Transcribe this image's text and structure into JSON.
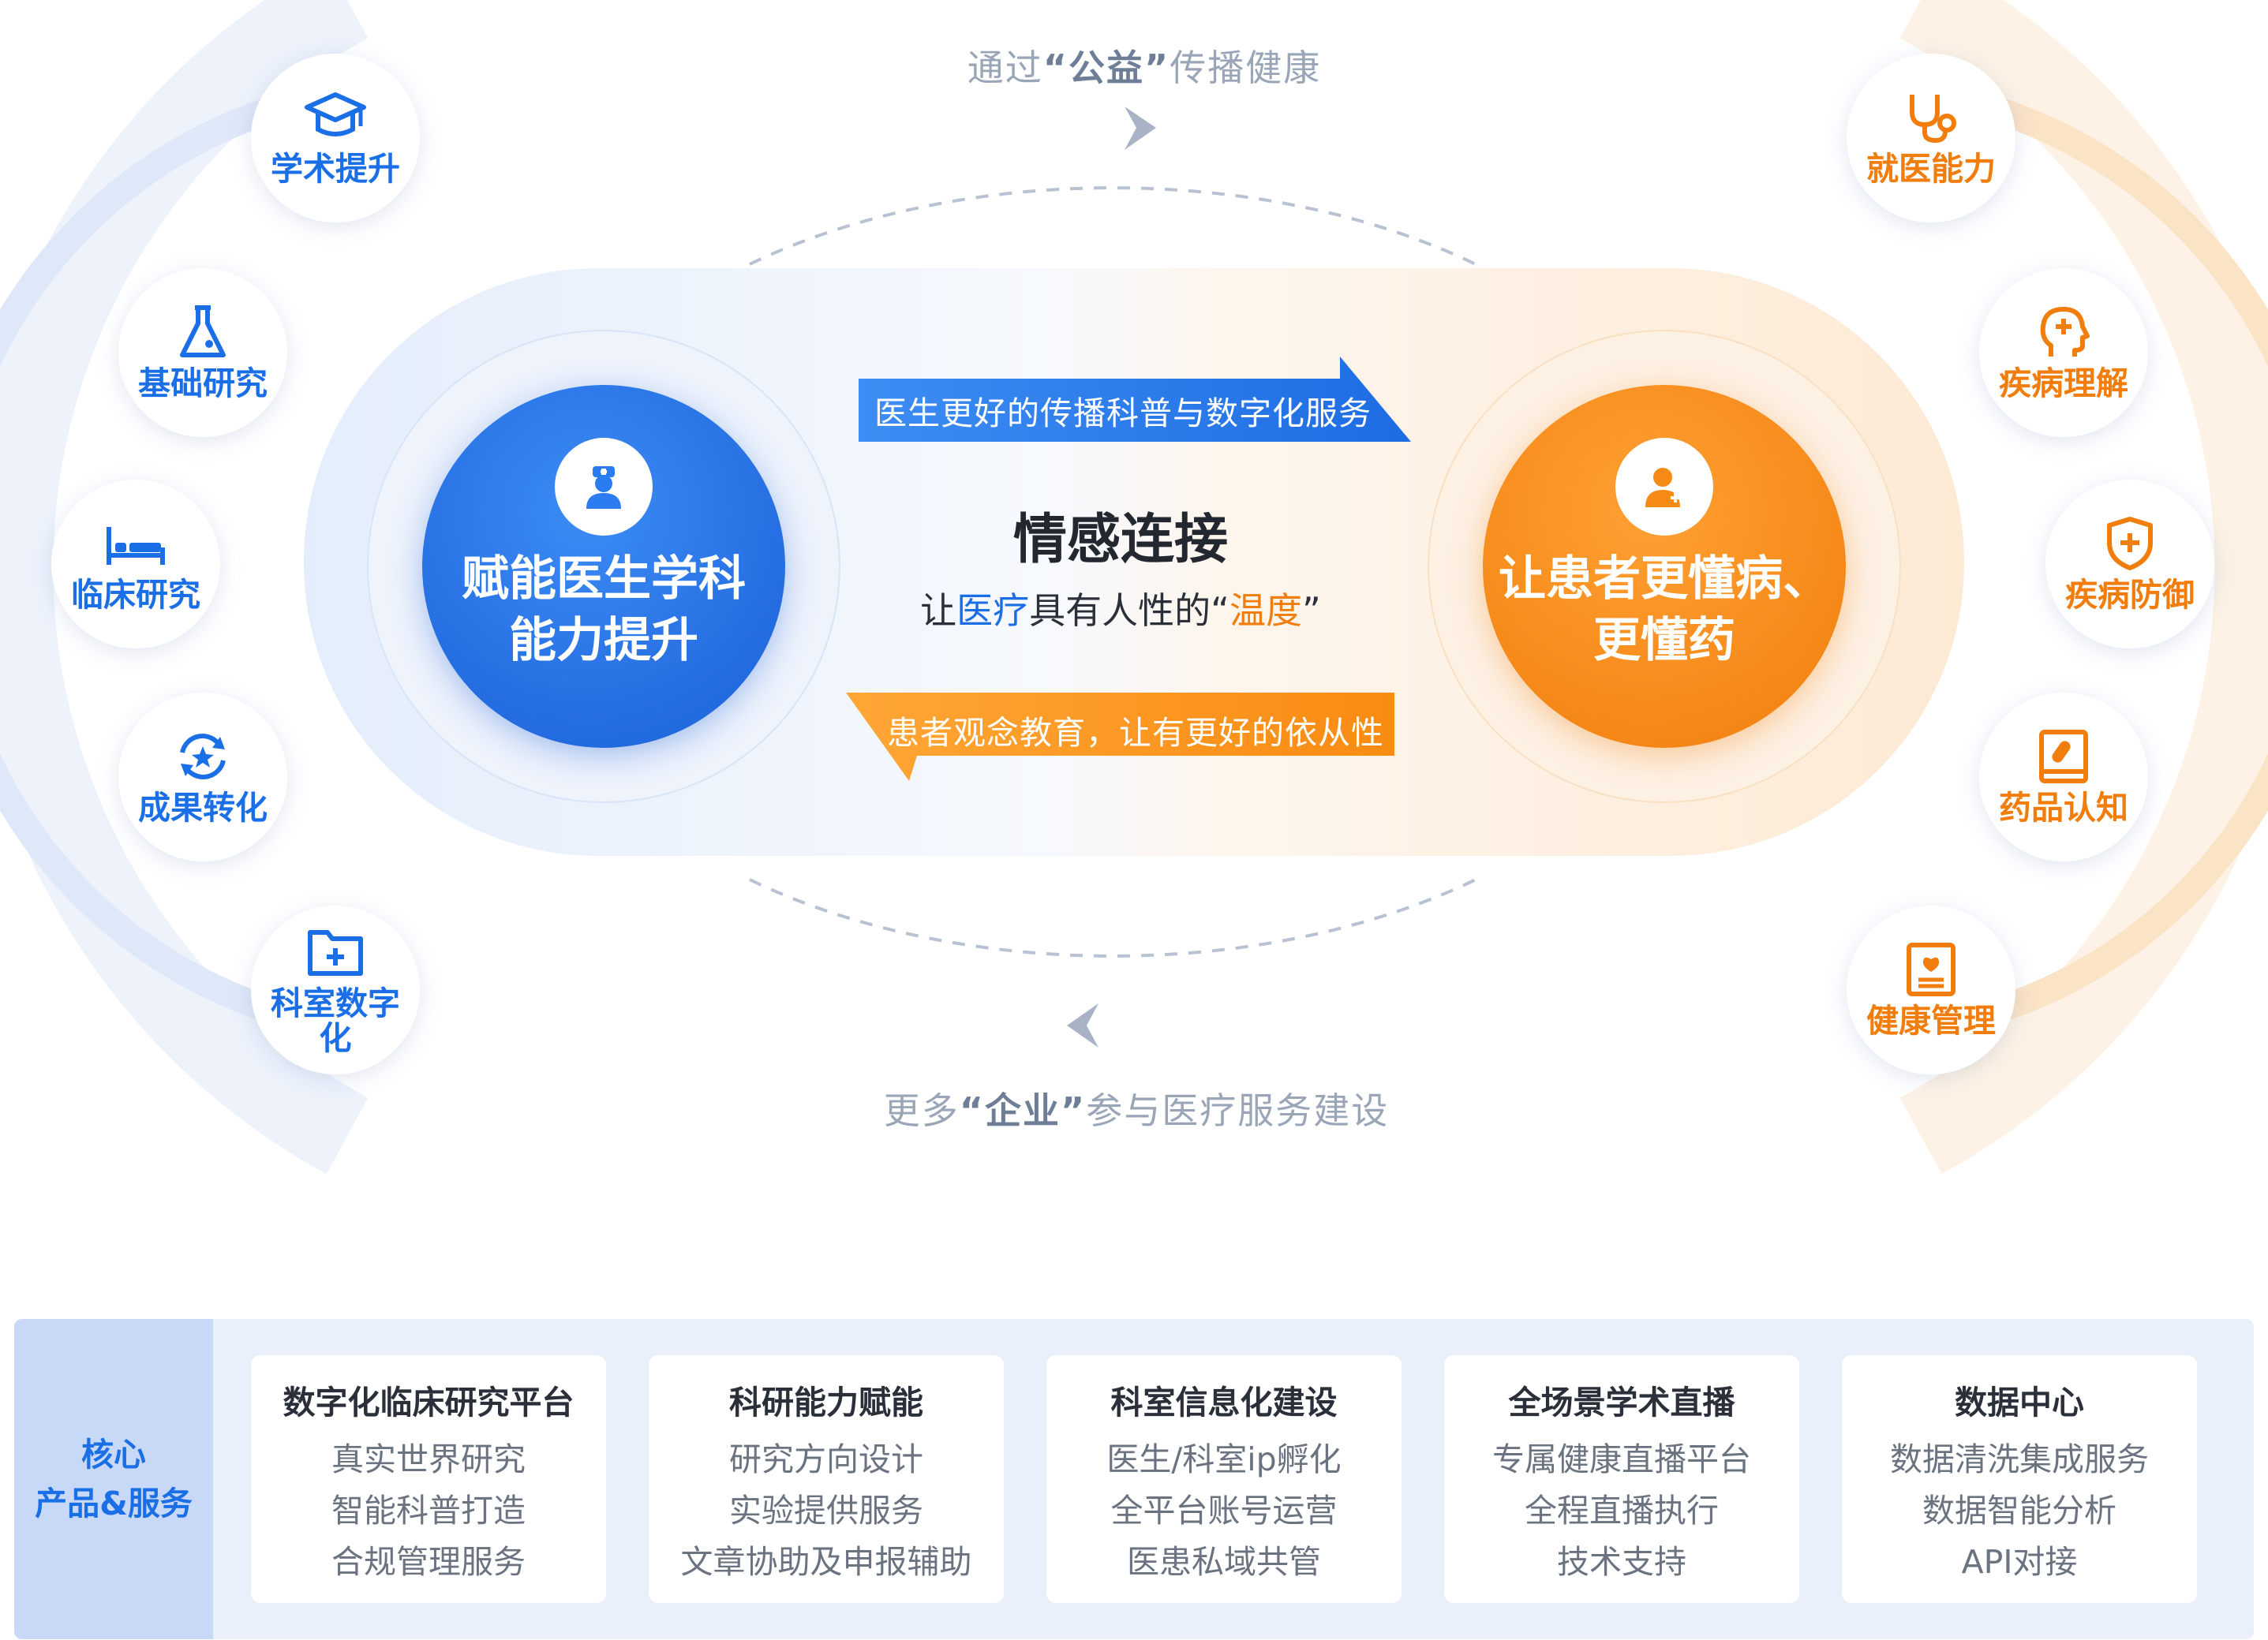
{
  "top_flow": {
    "pre": "通过",
    "key": "“公益”",
    "post": "传播健康"
  },
  "bottom_flow": {
    "pre": "更多",
    "key": "“企业”",
    "post": "参与医疗服务建设"
  },
  "left_hub": {
    "line1": "赋能医生学科",
    "line2": "能力提升",
    "icon": "doctor-icon"
  },
  "right_hub": {
    "line1": "让患者更懂病、",
    "line2": "更懂药",
    "icon": "patient-icon"
  },
  "center": {
    "title": "情感连接",
    "sub_a": "让",
    "sub_b": "医疗",
    "sub_c": "具有人性的“",
    "sub_d": "温度",
    "sub_e": "”",
    "blue_banner": "医生更好的传播科普与数字化服务",
    "orange_banner": "患者观念教育，让有更好的依从性"
  },
  "left_nodes": [
    {
      "label": "学术提升",
      "icon": "graduation-cap-icon"
    },
    {
      "label": "基础研究",
      "icon": "flask-icon"
    },
    {
      "label": "临床研究",
      "icon": "bed-icon"
    },
    {
      "label": "成果转化",
      "icon": "cycle-star-icon"
    },
    {
      "label": "科室数字化",
      "icon": "folder-plus-icon"
    }
  ],
  "right_nodes": [
    {
      "label": "就医能力",
      "icon": "stethoscope-icon"
    },
    {
      "label": "疾病理解",
      "icon": "head-plus-icon"
    },
    {
      "label": "疾病防御",
      "icon": "shield-plus-icon"
    },
    {
      "label": "药品认知",
      "icon": "medicine-book-icon"
    },
    {
      "label": "健康管理",
      "icon": "health-record-icon"
    }
  ],
  "core": {
    "label_line1": "核心",
    "label_line2": "产品&服务",
    "cards": [
      {
        "title": "数字化临床研究平台",
        "items": [
          "真实世界研究",
          "智能科普打造",
          "合规管理服务"
        ]
      },
      {
        "title": "科研能力赋能",
        "items": [
          "研究方向设计",
          "实验提供服务",
          "文章协助及申报辅助"
        ]
      },
      {
        "title": "科室信息化建设",
        "items": [
          "医生/科室ip孵化",
          "全平台账号运营",
          "医患私域共管"
        ]
      },
      {
        "title": "全场景学术直播",
        "items": [
          "专属健康直播平台",
          "全程直播执行",
          "技术支持"
        ]
      },
      {
        "title": "数据中心",
        "items": [
          "数据清洗集成服务",
          "数据智能分析",
          "API对接"
        ]
      }
    ]
  },
  "colors": {
    "blue": "#1b6fe6",
    "orange": "#f58a14",
    "gray_text": "#9aa6b8"
  }
}
